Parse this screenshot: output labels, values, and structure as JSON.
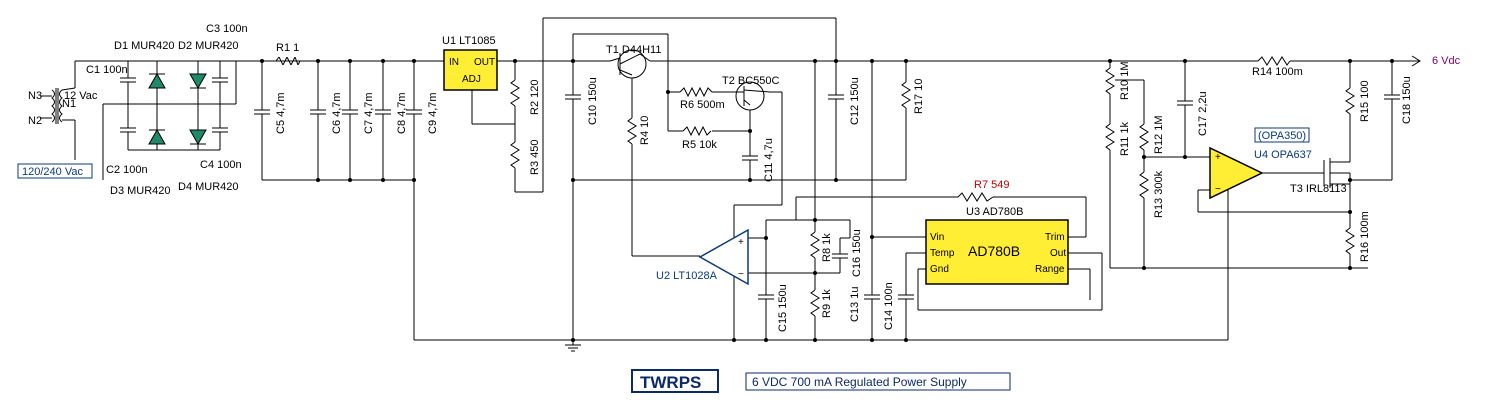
{
  "labels": {
    "N3": "N3",
    "N2": "N2",
    "N1": "N1",
    "vac12": "12 Vac",
    "mains": "120/240 Vac",
    "C1": "C1 100n",
    "C2": "C2 100n",
    "C3": "C3 100n",
    "C4": "C4 100n",
    "D1": "D1 MUR420",
    "D2": "D2 MUR420",
    "D3": "D3 MUR420",
    "D4": "D4 MUR420",
    "R1": "R1 1",
    "C5": "C5 4,7m",
    "C6": "C6 4,7m",
    "C7": "C7 4,7m",
    "C8": "C8 4,7m",
    "C9": "C9 4,7m",
    "U1": "U1 LT1085",
    "U1_in": "IN",
    "U1_out": "OUT",
    "U1_adj": "ADJ",
    "R2": "R2 120",
    "R3": "R3 450",
    "C10": "C10 150u",
    "T1": "T1 D44H11",
    "R4": "R4 10",
    "T2": "T2 BC550C",
    "R6": "R6 500m",
    "R5": "R5 10k",
    "C11": "C11 4,7u",
    "C12": "C12 150u",
    "R17": "R17 10",
    "R7": "R7 549",
    "U3": "U3 AD780B",
    "U3_name": "AD780B",
    "U3_vin": "Vin",
    "U3_temp": "Temp",
    "U3_gnd": "Gnd",
    "U3_trim": "Trim",
    "U3_out": "Out",
    "U3_range": "Range",
    "U2": "U2 LT1028A",
    "R8": "R8 1k",
    "C16": "C16 150u",
    "R9": "R9 1k",
    "C15": "C15 150u",
    "C13": "C13 1u",
    "C14": "C14 100n",
    "R10": "R10 1M",
    "R11": "R11 1k",
    "R12": "R12 1M",
    "R13": "R13 300k",
    "C17": "C17 2,2u",
    "R14": "R14 100m",
    "vout": "6 Vdc",
    "opa350": "(OPA350)",
    "U4": "U4 OPA637",
    "R15": "R15 100",
    "C18": "C18 150u",
    "T3": "T3 IRL8113",
    "R16": "R16 100m"
  },
  "title": "TWRPS",
  "subtitle": "6 VDC 700 mA Regulated Power Supply",
  "colors": {
    "diode": "#1e8a6a",
    "ic_fill": "#ffee33",
    "title_text": "#0b2a6b",
    "r7_label": "#c00000"
  }
}
